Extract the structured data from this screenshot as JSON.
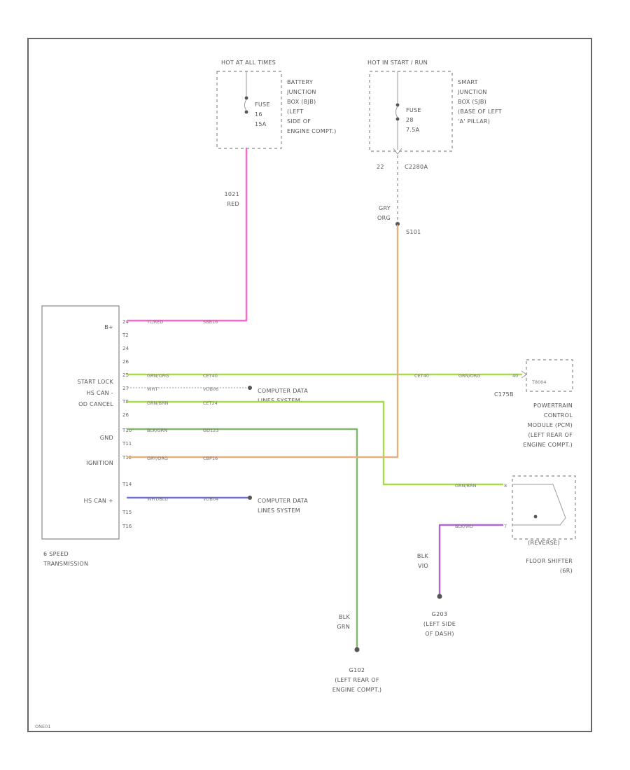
{
  "header": {
    "hot_at_all_times": "HOT AT ALL TIMES",
    "hot_in_start": "HOT IN START / RUN"
  },
  "fuse_left": {
    "label": "FUSE",
    "number": "16",
    "rating": "15A"
  },
  "fuse_right": {
    "label": "FUSE",
    "number": "28",
    "rating": "7.5A"
  },
  "bjb": {
    "lines": [
      "BATTERY",
      "JUNCTION",
      "BOX (BJB)",
      "(LEFT",
      "SIDE OF",
      "ENGINE COMPT.)"
    ]
  },
  "sjb": {
    "lines": [
      "SMART",
      "JUNCTION",
      "BOX (SJB)",
      "(BASE OF LEFT",
      "'A' PILLAR)"
    ]
  },
  "connector_c2280a": {
    "pin": "22",
    "name": "C2280A"
  },
  "wire_top_left": {
    "circuit": "1021",
    "color": "RED"
  },
  "wire_top_right": {
    "circuit": "GRY",
    "color": "ORG"
  },
  "splice_s101": "S101",
  "tcm": {
    "labels": [
      "B+",
      "START LOCK",
      "HS CAN -",
      "OD CANCEL",
      "GND",
      "IGNITION",
      "HS CAN +"
    ],
    "pins": [
      "24",
      "T2",
      "24",
      "26",
      "25",
      "27",
      "T8",
      "26",
      "T10",
      "T11",
      "T12",
      "T14",
      "T15",
      "T16"
    ],
    "title_lines": [
      "6 SPEED",
      "TRANSMISSION"
    ]
  },
  "wires": {
    "b_plus": {
      "color_code": "YL/RED",
      "circuit": "SBB16"
    },
    "start_lock": {
      "color_code": "GRN/ORG",
      "circuit": "CET40"
    },
    "hs_can_minus": {
      "color_code": "WHT",
      "circuit": "VDB06"
    },
    "od_cancel": {
      "color_code": "GRN/BRN",
      "circuit": "CET24"
    },
    "gnd": {
      "color_code": "BLK/GRN",
      "circuit": "GD123"
    },
    "ignition": {
      "color_code": "GRY/ORG",
      "circuit": "CBP16"
    },
    "hs_can_plus": {
      "color_code": "WHT/BLU",
      "circuit": "VDB04"
    }
  },
  "computer_data_lines": [
    "COMPUTER DATA",
    "LINES SYSTEM"
  ],
  "pcm": {
    "pin": "40",
    "connector": "C175B",
    "connector_inner": "T8004",
    "start_lock_circuit": "CET40",
    "start_lock_color": "GRN/ORG",
    "lines": [
      "POWERTRAIN",
      "CONTROL",
      "MODULE (PCM)",
      "(LEFT REAR OF",
      "ENGINE COMPT.)"
    ]
  },
  "floor_shifter": {
    "wire_top_color": "GRN/BRN",
    "wire_top_pin": "8",
    "wire_bottom_color": "BLK/VIO",
    "wire_bottom_pin": "7",
    "symbol_label": "(REVERSE)",
    "lines": [
      "FLOOR SHIFTER",
      "(6R)"
    ]
  },
  "ground_g203": {
    "wire_color": "BLK",
    "wire_circuit": "VIO",
    "id": "G203",
    "lines": [
      "(LEFT SIDE",
      "OF DASH)"
    ]
  },
  "ground_g102": {
    "wire_color": "BLK",
    "wire_circuit": "GRN",
    "id": "G102",
    "lines": [
      "(LEFT REAR OF",
      "ENGINE COMPT.)"
    ]
  },
  "footer": {
    "code": "ONE01"
  },
  "colors": {
    "red_wire": "#ff66cc",
    "green_wire": "#a8d94a",
    "gnd_wire": "#7fb86a",
    "ign_wire": "#e8b07a",
    "blue_wire": "#6f6fd8",
    "violet_wire": "#b066d8",
    "frame": "#666666"
  }
}
